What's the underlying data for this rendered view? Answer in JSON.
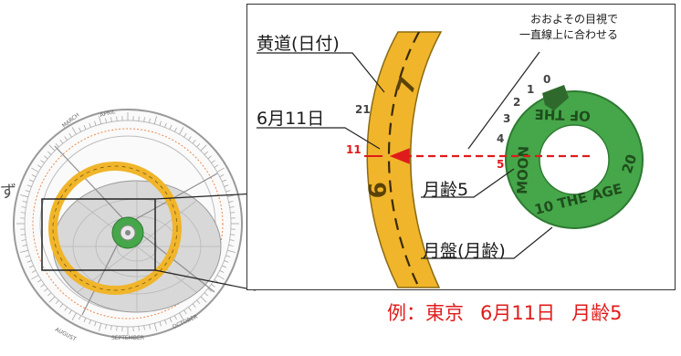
{
  "labels": {
    "ecliptic": "黄道(日付)",
    "date": "6月11日",
    "moon_age": "月齢5",
    "moon_dial": "月盤(月齢)",
    "note_line1": "おおよその目視で",
    "note_line2": "一直線上に合わせる"
  },
  "ecliptic_numbers": {
    "top": "7",
    "middle": "6"
  },
  "date_ticks": {
    "upper": "21",
    "marked": "11"
  },
  "moon_age_ticks": [
    "0",
    "1",
    "2",
    "3",
    "4",
    "5"
  ],
  "moon_disc": {
    "text_upper": "OF THE",
    "text_moon": "MOON",
    "text_age": "10 THE AGE",
    "text_20": "20"
  },
  "left_planisphere": {
    "month_labels": [
      "MARCH",
      "APRIL",
      "AUGUST",
      "SEPTEMBER",
      "OCTOBER"
    ]
  },
  "example": {
    "prefix": "例：東京",
    "date": "6月11日",
    "moon_age": "月齢5"
  },
  "stray_glyph": "ず",
  "colors": {
    "ecliptic_gold": "#f0b52a",
    "moon_green": "#46a64a",
    "red": "#e01b1b"
  }
}
